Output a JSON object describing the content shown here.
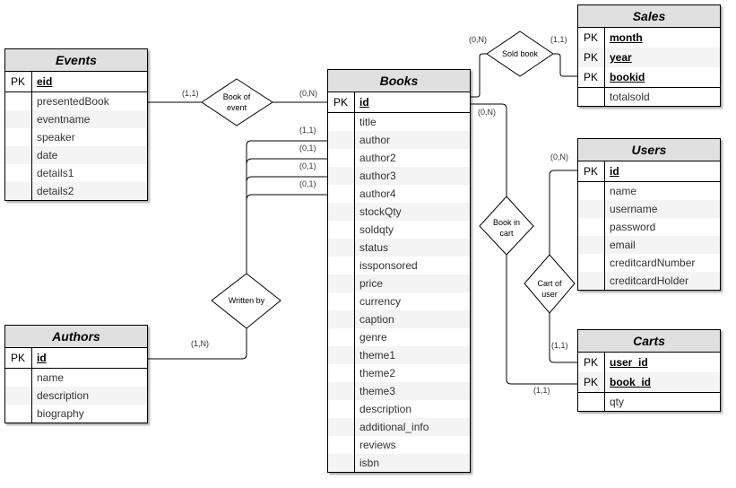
{
  "entities": {
    "events": {
      "title": "Events",
      "pk": [
        "eid"
      ],
      "fields": [
        "presentedBook",
        "eventname",
        "speaker",
        "date",
        "details1",
        "details2"
      ]
    },
    "books": {
      "title": "Books",
      "pk": [
        "id"
      ],
      "fields": [
        "title",
        "author",
        "author2",
        "author3",
        "author4",
        "stockQty",
        "soldqty",
        "status",
        "issponsored",
        "price",
        "currency",
        "caption",
        "genre",
        "theme1",
        "theme2",
        "theme3",
        "description",
        "additional_info",
        "reviews",
        "isbn"
      ]
    },
    "sales": {
      "title": "Sales",
      "pk": [
        "month",
        "year",
        "bookid"
      ],
      "fields": [
        "totalsold"
      ]
    },
    "users": {
      "title": "Users",
      "pk": [
        "id"
      ],
      "fields": [
        "name",
        "username",
        "password",
        "email",
        "creditcardNumber",
        "creditcardHolder"
      ]
    },
    "carts": {
      "title": "Carts",
      "pk": [
        "user_id",
        "book_id"
      ],
      "fields": [
        "qty"
      ]
    },
    "authors": {
      "title": "Authors",
      "pk": [
        "id"
      ],
      "fields": [
        "name",
        "description",
        "biography"
      ]
    }
  },
  "pk_label": "PK",
  "relationships": {
    "book_of_event": {
      "line1": "Book of",
      "line2": "event"
    },
    "sold_book": {
      "line1": "Sold book"
    },
    "written_by": {
      "line1": "Written by"
    },
    "book_in_cart": {
      "line1": "Book in",
      "line2": "cart"
    },
    "cart_of_user": {
      "line1": "Cart of",
      "line2": "user"
    }
  },
  "cardinalities": {
    "events_side": "(1,1)",
    "books_event_side": "(0,N)",
    "books_sales_side": "(0,N)",
    "sales_side": "(1,1)",
    "books_cart_side": "(0,N)",
    "author_1": "(1,1)",
    "author_2": "(0,1)",
    "author_3": "(0,1)",
    "author_4": "(0,1)",
    "authors_side": "(1,N)",
    "users_side": "(0,N)",
    "carts_user_side": "(1,1)",
    "carts_book_side": "(1,1)"
  }
}
